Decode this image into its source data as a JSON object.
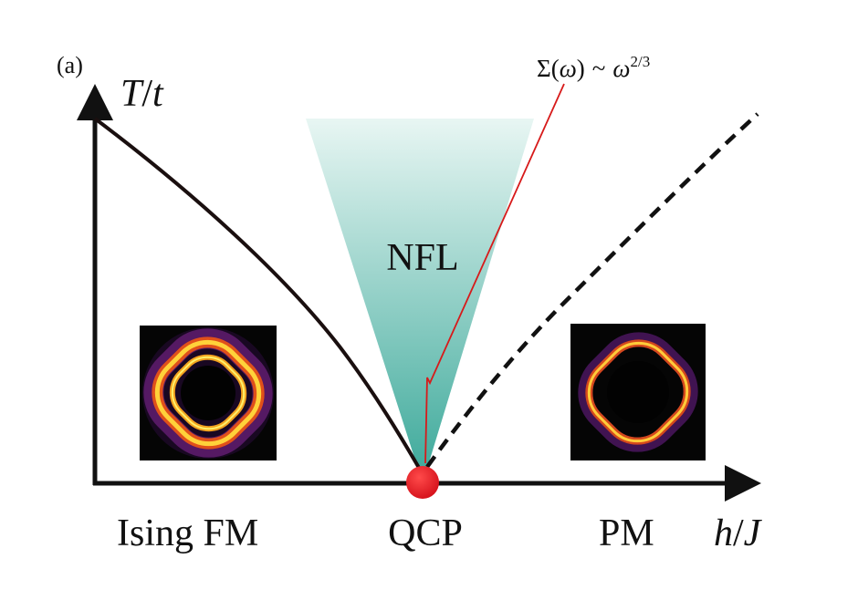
{
  "panel_label": "(a)",
  "y_axis": {
    "var": "T",
    "slash": "/",
    "unit": "t"
  },
  "x_axis": {
    "var": "h",
    "slash": "/",
    "unit": "J"
  },
  "region_labels": {
    "left": "Ising FM",
    "critical_point": "QCP",
    "right": "PM",
    "critical_fan": "NFL"
  },
  "annotation": {
    "sigma": "Σ(",
    "omega": "ω",
    "close": ")",
    "tilde": "~",
    "omega2": "ω",
    "exponent": "2/3"
  },
  "colors": {
    "axis": "#111111",
    "phase_boundary": "#1a0f0f",
    "crossover": "#111111",
    "fan_top": "#e8f6f3",
    "fan_bottom": "#3aa899",
    "qcp_marker": "#e8171c",
    "annotation_line": "#d71a1a"
  },
  "insets": [
    {
      "name": "ising-fm-fermi-surface",
      "colormap": "inferno",
      "ring": "rounded-square",
      "brightness": "high"
    },
    {
      "name": "pm-fermi-surface",
      "colormap": "inferno",
      "ring": "rounded-square",
      "brightness": "medium"
    }
  ]
}
